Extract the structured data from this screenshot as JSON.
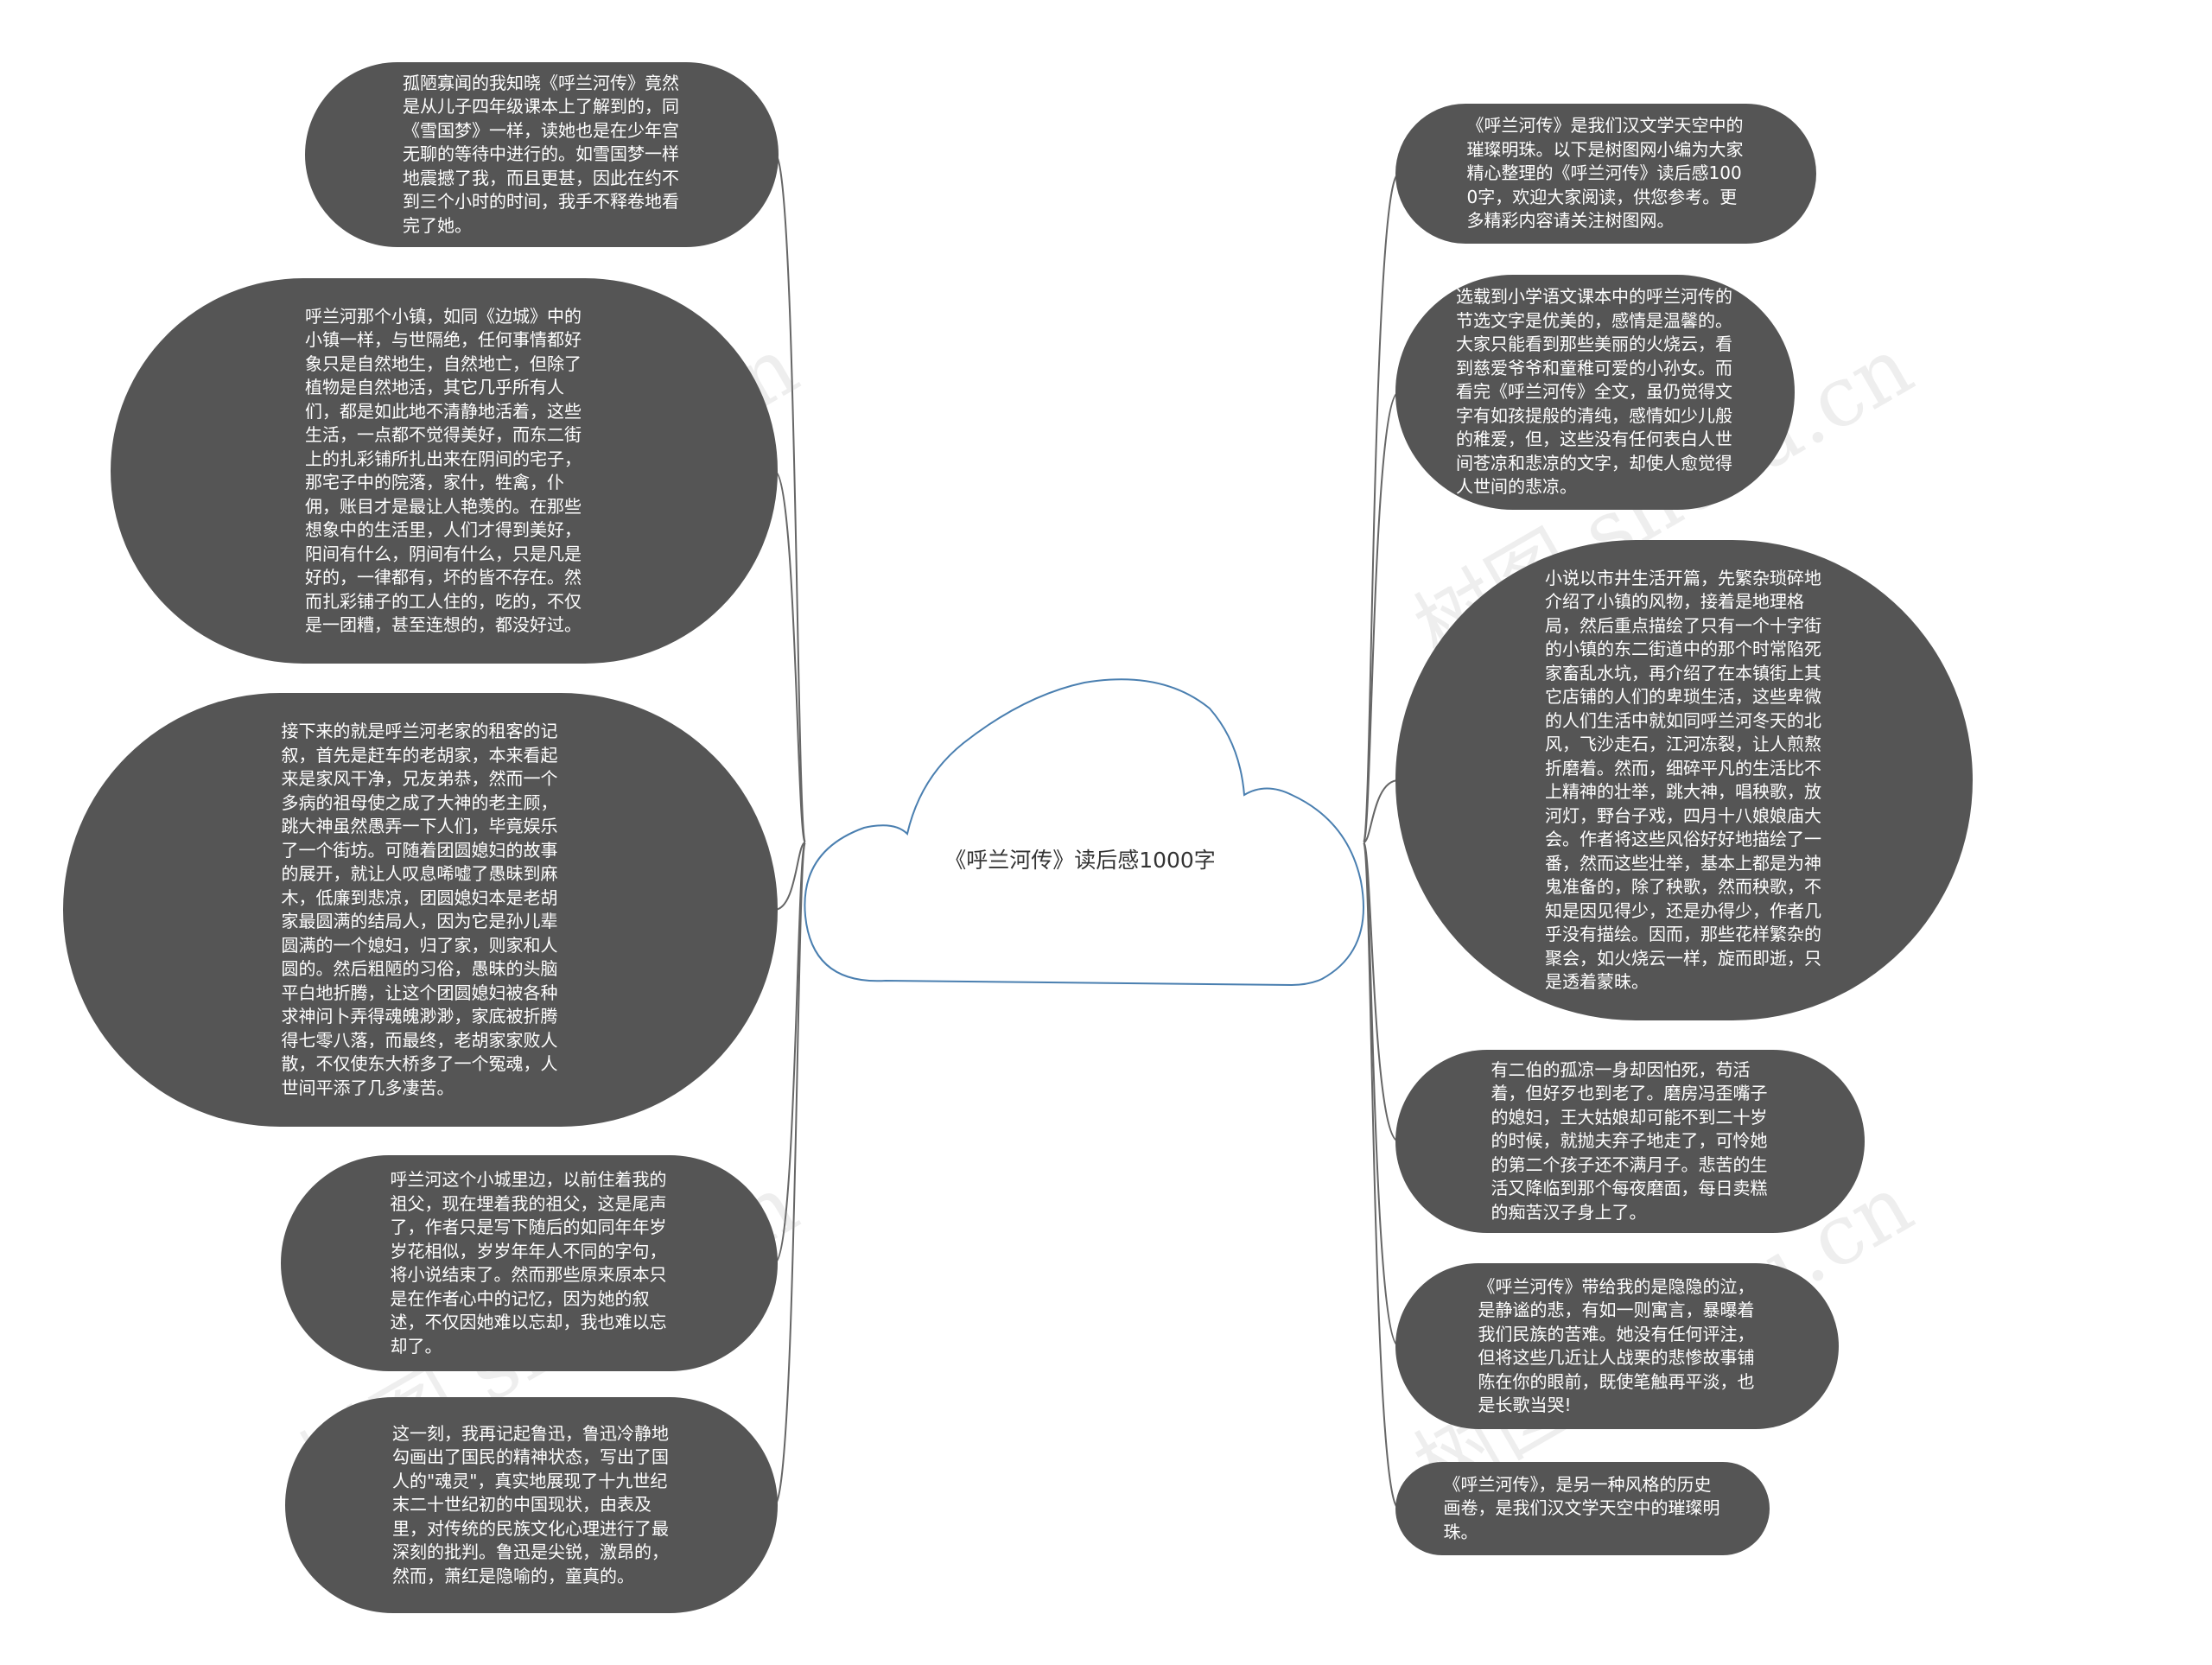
{
  "center": {
    "title": "《呼兰河传》读后感1000字"
  },
  "watermark": "树图 shutu.cn",
  "left_nodes": [
    {
      "text": "孤陋寡闻的我知晓《呼兰河传》竟然是从儿子四年级课本上了解到的，同《雪国梦》一样，读她也是在少年宫无聊的等待中进行的。如雪国梦一样地震撼了我，而且更甚，因此在约不到三个小时的时间，我手不释卷地看完了她。"
    },
    {
      "text": "呼兰河那个小镇，如同《边城》中的小镇一样，与世隔绝，任何事情都好象只是自然地生，自然地亡，但除了植物是自然地活，其它几乎所有人们，都是如此地不清静地活着，这些生活，一点都不觉得美好，而东二街上的扎彩铺所扎出来在阴间的宅子，那宅子中的院落，家什，牲禽，仆佣，账目才是最让人艳羡的。在那些想象中的生活里，人们才得到美好，阳间有什么，阴间有什么，只是凡是好的，一律都有，坏的皆不存在。然而扎彩铺子的工人住的，吃的，不仅是一团糟，甚至连想的，都没好过。"
    },
    {
      "text": "接下来的就是呼兰河老家的租客的记叙，首先是赶车的老胡家，本来看起来是家风干净，兄友弟恭，然而一个多病的祖母使之成了大神的老主顾，跳大神虽然愚弄一下人们，毕竟娱乐了一个街坊。可随着团圆媳妇的故事的展开，就让人叹息唏嘘了愚昧到麻木，低廉到悲凉，团圆媳妇本是老胡家最圆满的结局人，因为它是孙儿辈圆满的一个媳妇，归了家，则家和人圆的。然后粗陋的习俗，愚昧的头脑平白地折腾，让这个团圆媳妇被各种求神问卜弄得魂魄渺渺，家底被折腾得七零八落，而最终，老胡家家败人散，不仅使东大桥多了一个冤魂，人世间平添了几多凄苦。"
    },
    {
      "text": "呼兰河这个小城里边，以前住着我的祖父，现在埋着我的祖父，这是尾声了，作者只是写下随后的如同年年岁岁花相似，岁岁年年人不同的字句，将小说结束了。然而那些原来原本只是在作者心中的记忆，因为她的叙述，不仅因她难以忘却，我也难以忘却了。"
    },
    {
      "text": "这一刻，我再记起鲁迅，鲁迅冷静地勾画出了国民的精神状态，写出了国人的\"魂灵\"，真实地展现了十九世纪末二十世纪初的中国现状，由表及里，对传统的民族文化心理进行了最深刻的批判。鲁迅是尖锐，激昂的，然而，萧红是隐喻的，童真的。"
    }
  ],
  "right_nodes": [
    {
      "text": "《呼兰河传》是我们汉文学天空中的璀璨明珠。以下是树图网小编为大家精心整理的《呼兰河传》读后感1000字，欢迎大家阅读，供您参考。更多精彩内容请关注树图网。"
    },
    {
      "text": "选载到小学语文课本中的呼兰河传的节选文字是优美的，感情是温馨的。大家只能看到那些美丽的火烧云，看到慈爱爷爷和童稚可爱的小孙女。而看完《呼兰河传》全文，虽仍觉得文字有如孩提般的清纯，感情如少儿般的稚爱，但，这些没有任何表白人世间苍凉和悲凉的文字，却使人愈觉得人世间的悲凉。"
    },
    {
      "text": "小说以市井生活开篇，先繁杂琐碎地介绍了小镇的风物，接着是地理格局，然后重点描绘了只有一个十字街的小镇的东二街道中的那个时常陷死家畜乱水坑，再介绍了在本镇街上其它店铺的人们的卑琐生活，这些卑微的人们生活中就如同呼兰河冬天的北风，飞沙走石，江河冻裂，让人煎熬折磨着。然而，细碎平凡的生活比不上精神的壮举，跳大神，唱秧歌，放河灯，野台子戏，四月十八娘娘庙大会。作者将这些风俗好好地描绘了一番，然而这些壮举，基本上都是为神鬼准备的，除了秧歌，然而秧歌，不知是因见得少，还是办得少，作者几乎没有描绘。因而，那些花样繁杂的聚会，如火烧云一样，旋而即逝，只是透着蒙昧。"
    },
    {
      "text": "有二伯的孤凉一身却因怕死，苟活着，但好歹也到老了。磨房冯歪嘴子的媳妇，王大姑娘却可能不到二十岁的时候，就抛夫弃子地走了，可怜她的第二个孩子还不满月子。悲苦的生活又降临到那个每夜磨面，每日卖糕的痴苦汉子身上了。"
    },
    {
      "text": "《呼兰河传》带给我的是隐隐的泣，是静谧的悲，有如一则寓言，暴曝着我们民族的苦难。她没有任何评注，但将这些几近让人战栗的悲惨故事铺陈在你的眼前，既使笔触再平淡，也是长歌当哭!"
    },
    {
      "text": "《呼兰河传》，是另一种风格的历史画卷，是我们汉文学天空中的璀璨明珠。"
    }
  ],
  "colors": {
    "node_fill": "#555555",
    "node_text": "#ffffff",
    "cloud_stroke": "#4a7fb0",
    "connector": "#666666",
    "center_text": "#333333"
  }
}
